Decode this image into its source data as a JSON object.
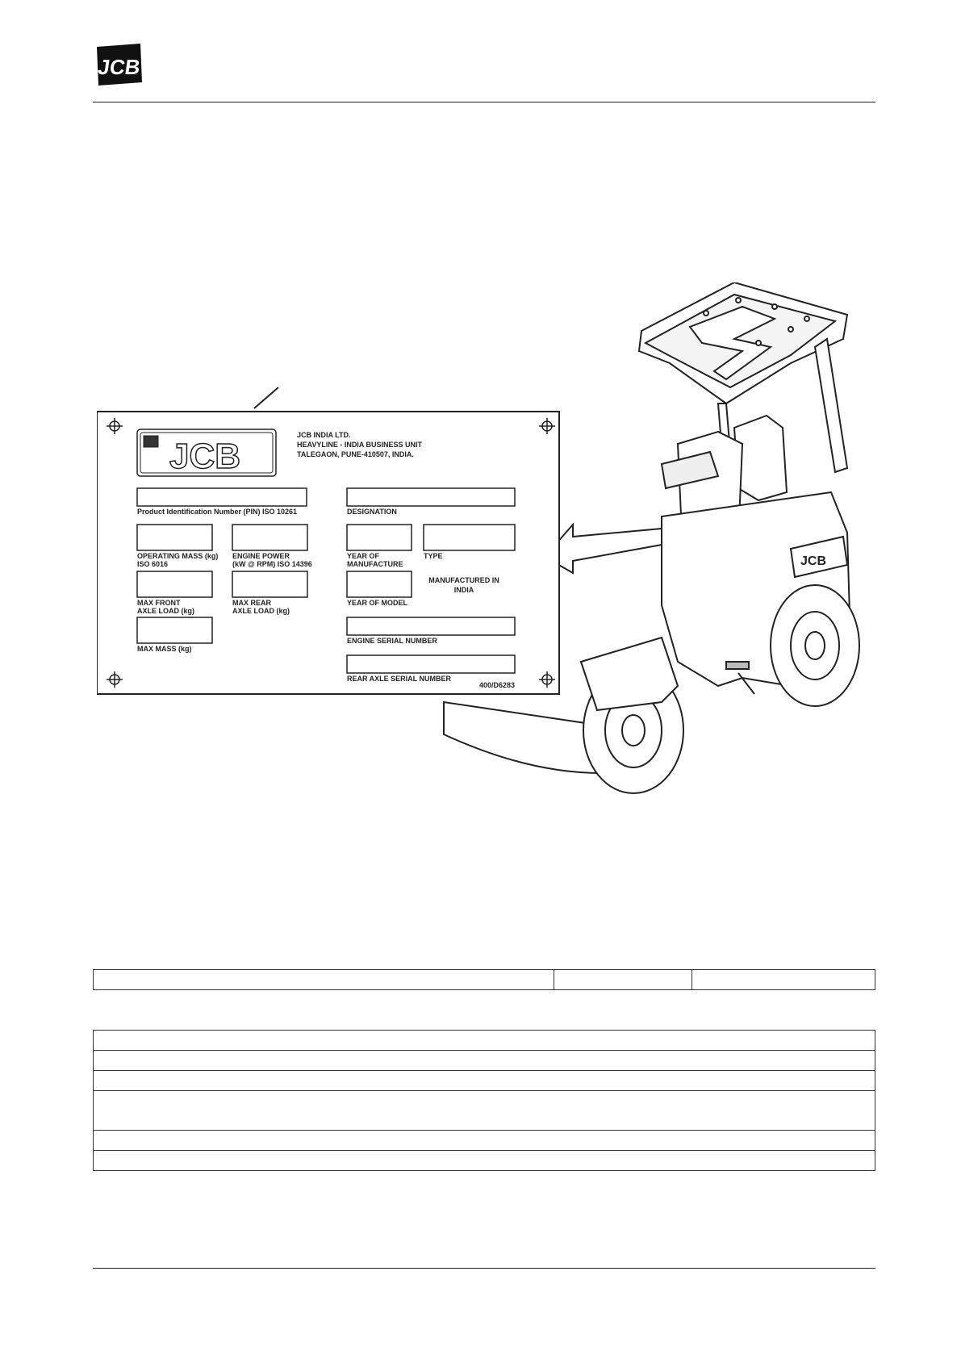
{
  "header": {
    "brand": "JCB"
  },
  "plate": {
    "company_lines": [
      "JCB INDIA LTD.",
      "HEAVYLINE - INDIA BUSINESS UNIT",
      "TALEGAON, PUNE-410507, INDIA."
    ],
    "fields": {
      "pin": "Product Identification Number (PIN) ISO 10261",
      "designation": "DESIGNATION",
      "operating_mass_1": "OPERATING MASS (kg)",
      "operating_mass_2": "ISO 6016",
      "engine_power_1": "ENGINE POWER",
      "engine_power_2": "(kW @ RPM) ISO 14396",
      "year_manufacture_1": "YEAR OF",
      "year_manufacture_2": "MANUFACTURE",
      "type": "TYPE",
      "max_front_1": "MAX FRONT",
      "max_front_2": "AXLE LOAD (kg)",
      "max_rear_1": "MAX REAR",
      "max_rear_2": "AXLE LOAD (kg)",
      "year_model": "YEAR OF MODEL",
      "made_in_1": "MANUFACTURED IN",
      "made_in_2": "INDIA",
      "max_mass": "MAX MASS (kg)",
      "engine_serial": "ENGINE SERIAL NUMBER",
      "rear_axle_serial": "REAR AXLE SERIAL NUMBER"
    },
    "drawing_ref": "400/D6283"
  },
  "table_one": {
    "cells": [
      "",
      "",
      ""
    ]
  },
  "table_two": {
    "rows": [
      {
        "label": "",
        "value": ""
      },
      {
        "label": "",
        "value": ""
      },
      {
        "label": "",
        "value": ""
      },
      {
        "label": "",
        "value": ""
      },
      {
        "label": "",
        "value": ""
      },
      {
        "label": "",
        "value": ""
      }
    ]
  }
}
